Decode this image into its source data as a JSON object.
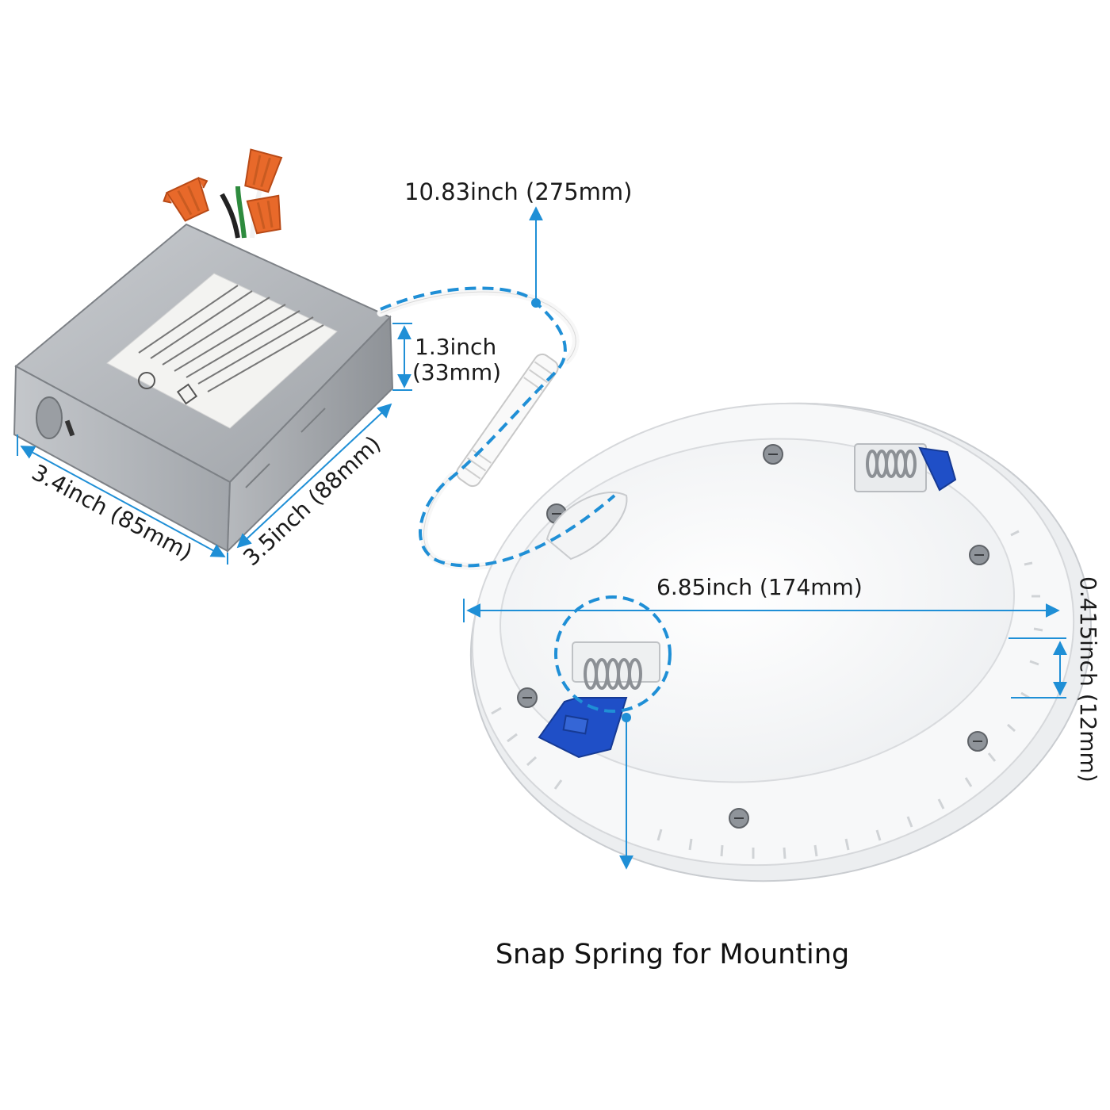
{
  "dimensions": {
    "cable_length": "10.83inch (275mm)",
    "box_height_line1": "1.3inch",
    "box_height_line2": "(33mm)",
    "box_width": "3.4inch (85mm)",
    "box_depth": "3.5inch (88mm)",
    "panel_diameter": "6.85inch (174mm)",
    "panel_thickness": "0.415inch (12mm)"
  },
  "caption": "Snap Spring for Mounting",
  "colors": {
    "dimension_line": "#1f8fd6",
    "clip_blue": "#1f4fc7",
    "wire_nut_orange": "#e8692a",
    "box_gray": "#a9adb2",
    "panel_white": "#f4f5f6"
  },
  "icons": [
    "junction-box",
    "wire-nuts",
    "led-panel",
    "snap-spring",
    "mounting-clip"
  ]
}
